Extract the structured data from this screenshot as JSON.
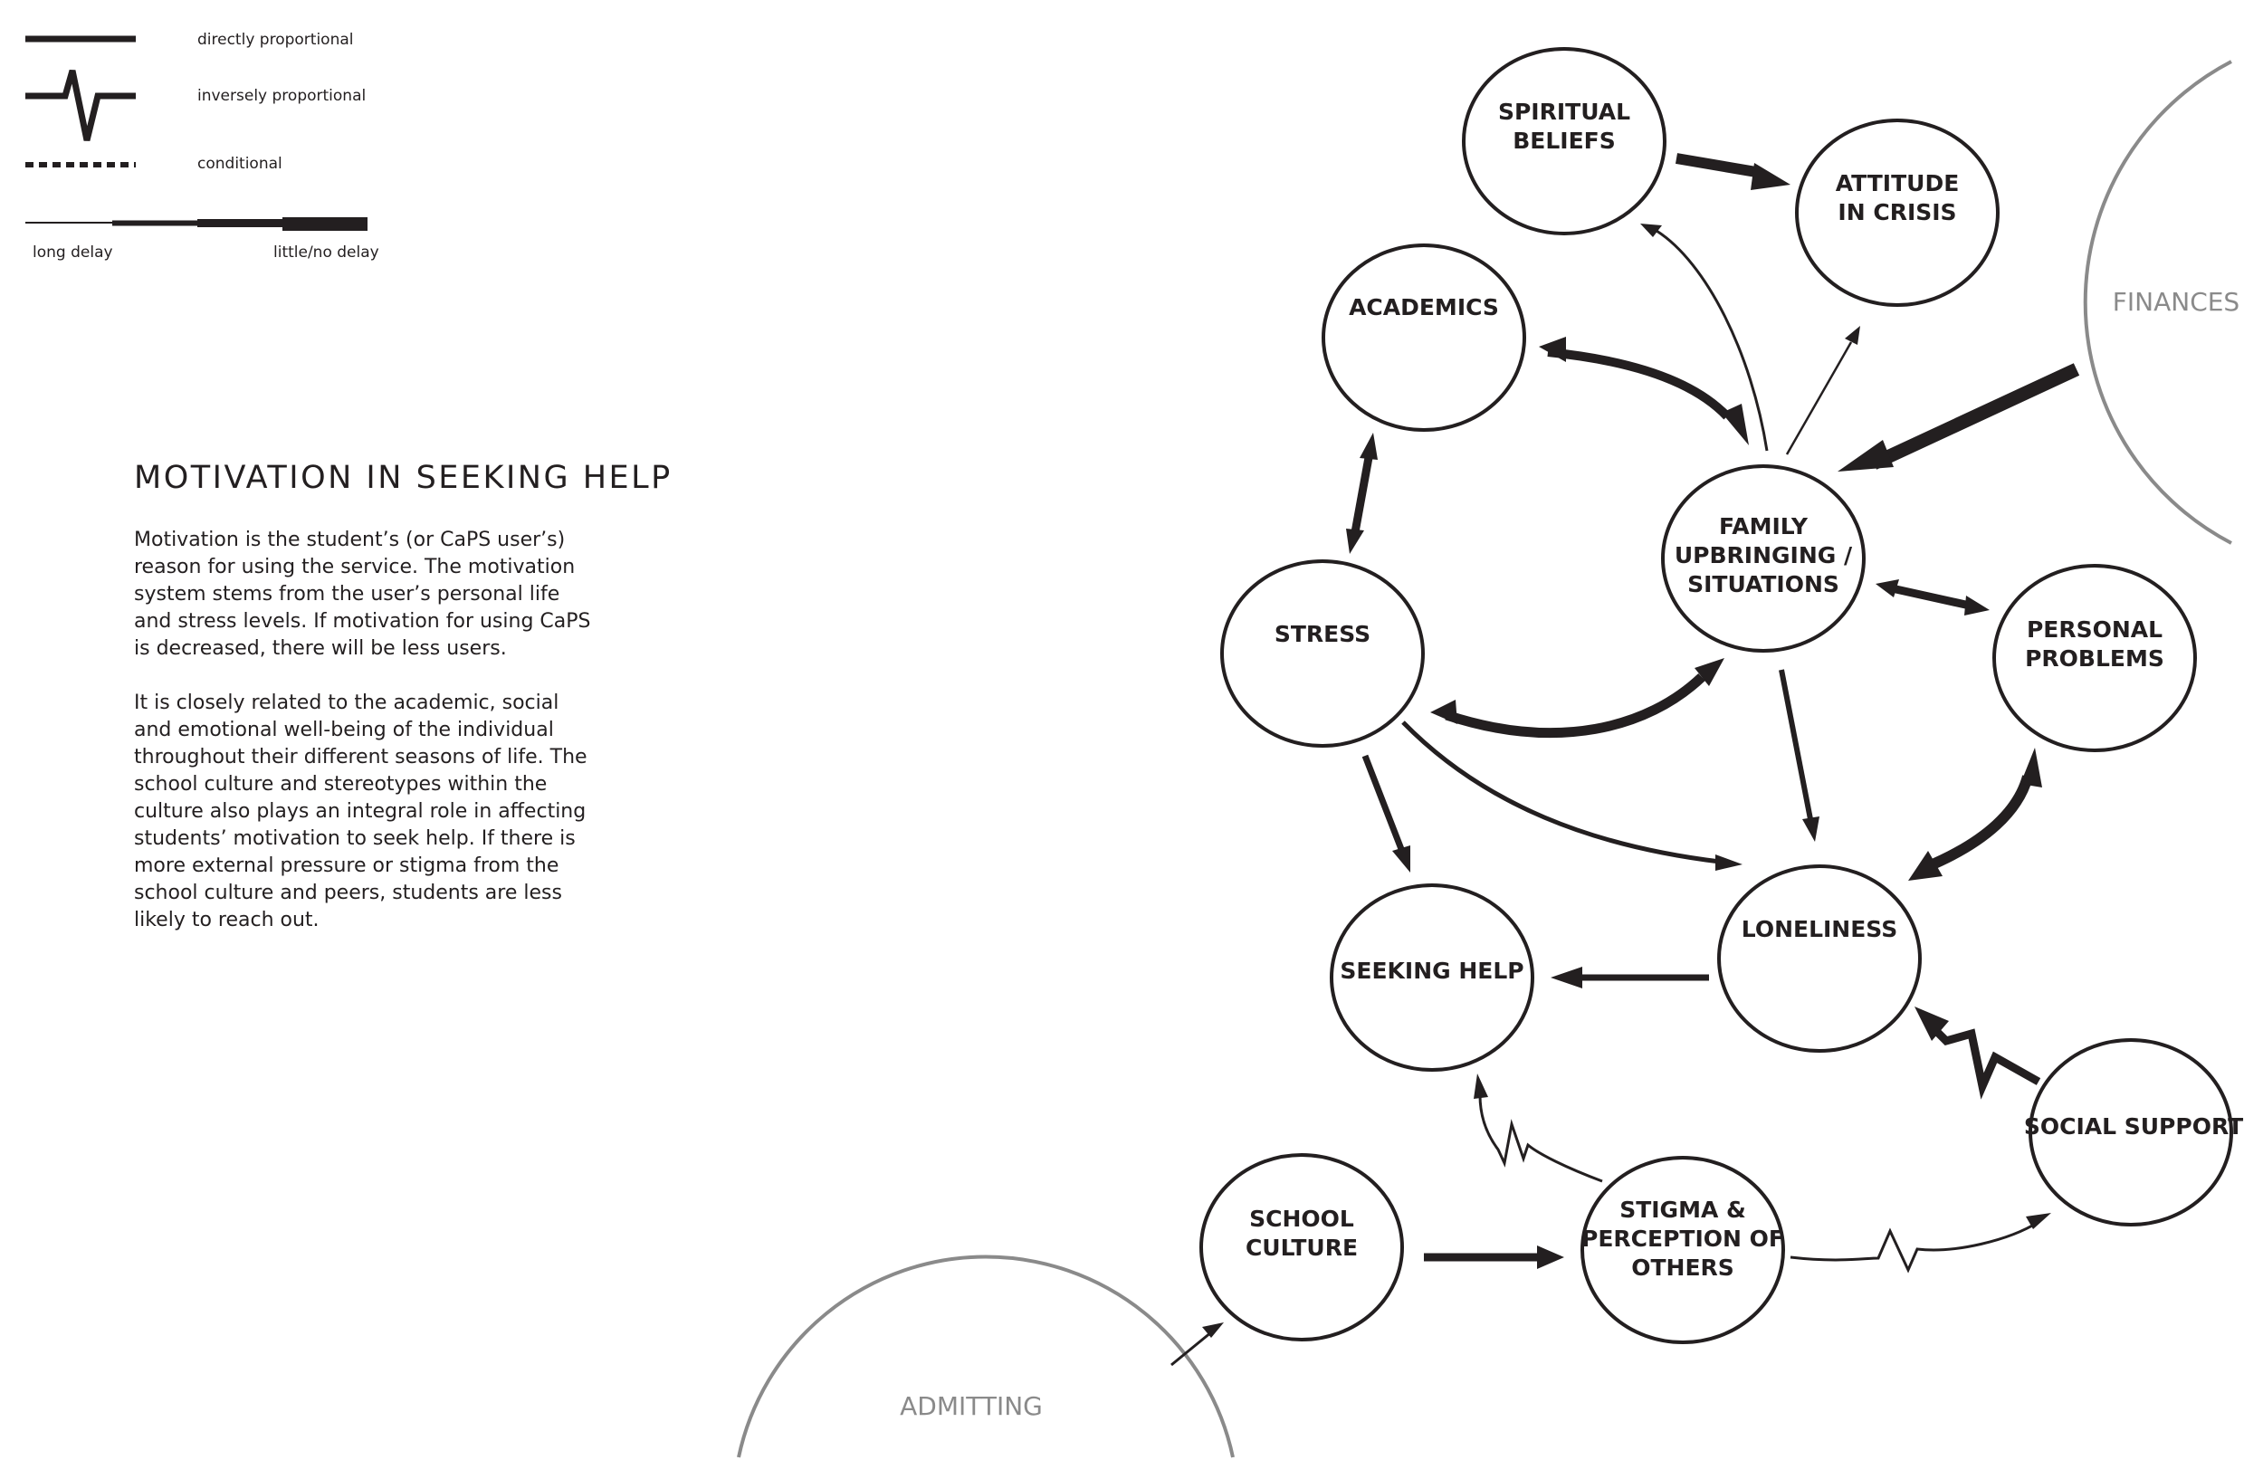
{
  "legend": {
    "directly_proportional": "directly proportional",
    "inversely_proportional": "inversely proportional",
    "conditional": "conditional",
    "long_delay": "long delay",
    "little_no_delay": "little/no delay"
  },
  "article": {
    "title": "MOTIVATION IN SEEKING HELP",
    "paragraph1": "Motivation is the student’s (or CaPS user’s)\nreason for using the service. The motivation\nsystem stems from the user’s personal life\nand stress levels. If motivation for using CaPS\nis decreased, there will be less users.",
    "paragraph2": "It is closely related to the academic, social\nand emotional well-being of the individual\nthroughout their different seasons of life. The\nschool culture and stereotypes within the\nculture also plays an integral role in affecting\nstudents’ motivation to seek help. If there is\nmore external pressure or stigma from the\nschool culture and peers, students are less\nlikely to reach out."
  },
  "nodes": {
    "spiritual_beliefs": [
      "SPIRITUAL",
      "BELIEFS"
    ],
    "attitude_in_crisis": [
      "ATTITUDE",
      "IN CRISIS"
    ],
    "academics": [
      "ACADEMICS"
    ],
    "family": [
      "FAMILY",
      "UPBRINGING /",
      "SITUATIONS"
    ],
    "stress": [
      "STRESS"
    ],
    "personal_problems": [
      "PERSONAL",
      "PROBLEMS"
    ],
    "seeking_help": [
      "SEEKING HELP"
    ],
    "loneliness": [
      "LONELINESS"
    ],
    "social_support": [
      "SOCIAL SUPPORT"
    ],
    "school_culture": [
      "SCHOOL",
      "CULTURE"
    ],
    "stigma": [
      "STIGMA &",
      "PERCEPTION OF",
      "OTHERS"
    ]
  },
  "external_systems": {
    "finances": "FINANCES",
    "admitting": "ADMITTING"
  },
  "colors": {
    "ink": "#231f20",
    "external": "#8a8a8a"
  }
}
